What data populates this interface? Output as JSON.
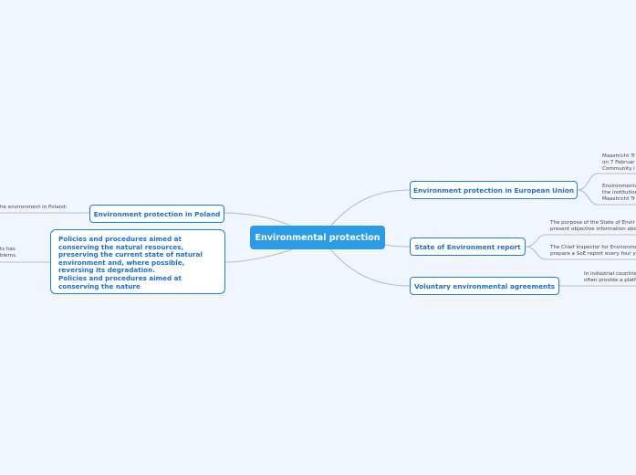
{
  "central": {
    "label": "Environmental protection"
  },
  "right_topics": [
    {
      "label": "Environment protection in European Union",
      "leaves": [
        {
          "lines": [
            "Maastricht Tr",
            "on 7 Februar",
            "Community i"
          ]
        },
        {
          "lines": [
            "Environmenta",
            "the institution",
            "Maastricht Tr"
          ]
        }
      ]
    },
    {
      "label": "State of Environment report",
      "leaves": [
        {
          "lines": [
            "The purpose of the State of Envir",
            "present objective information abo"
          ]
        },
        {
          "lines": [
            "The Chief Inspector for Environme",
            "prepare a SoE report every four y"
          ]
        }
      ]
    },
    {
      "label": "Voluntary environmental agreements",
      "leaves": [
        {
          "lines": [
            "In industrial countrie",
            "often provide a platf"
          ]
        }
      ]
    }
  ],
  "left_topics": [
    {
      "label": "Environment protection in Poland",
      "leaves": [
        {
          "lines": [
            "he environment in Poland:"
          ]
        }
      ]
    },
    {
      "label": "Policies and procedures aimed at conserving the natural resources, preserving the current state of natural environment and, where possible, reversing its degradation.",
      "label2": "Policies and procedures aimed at conserving the nature",
      "leaves": [
        {
          "lines": [
            "ts has",
            "blems."
          ]
        }
      ]
    }
  ],
  "colors": {
    "background": "#f1f5fd",
    "central_fill": "#2a9be6",
    "topic_border": "#1a7fd6",
    "topic_text": "#1a6fcc",
    "connector": "#b8bcc4"
  }
}
